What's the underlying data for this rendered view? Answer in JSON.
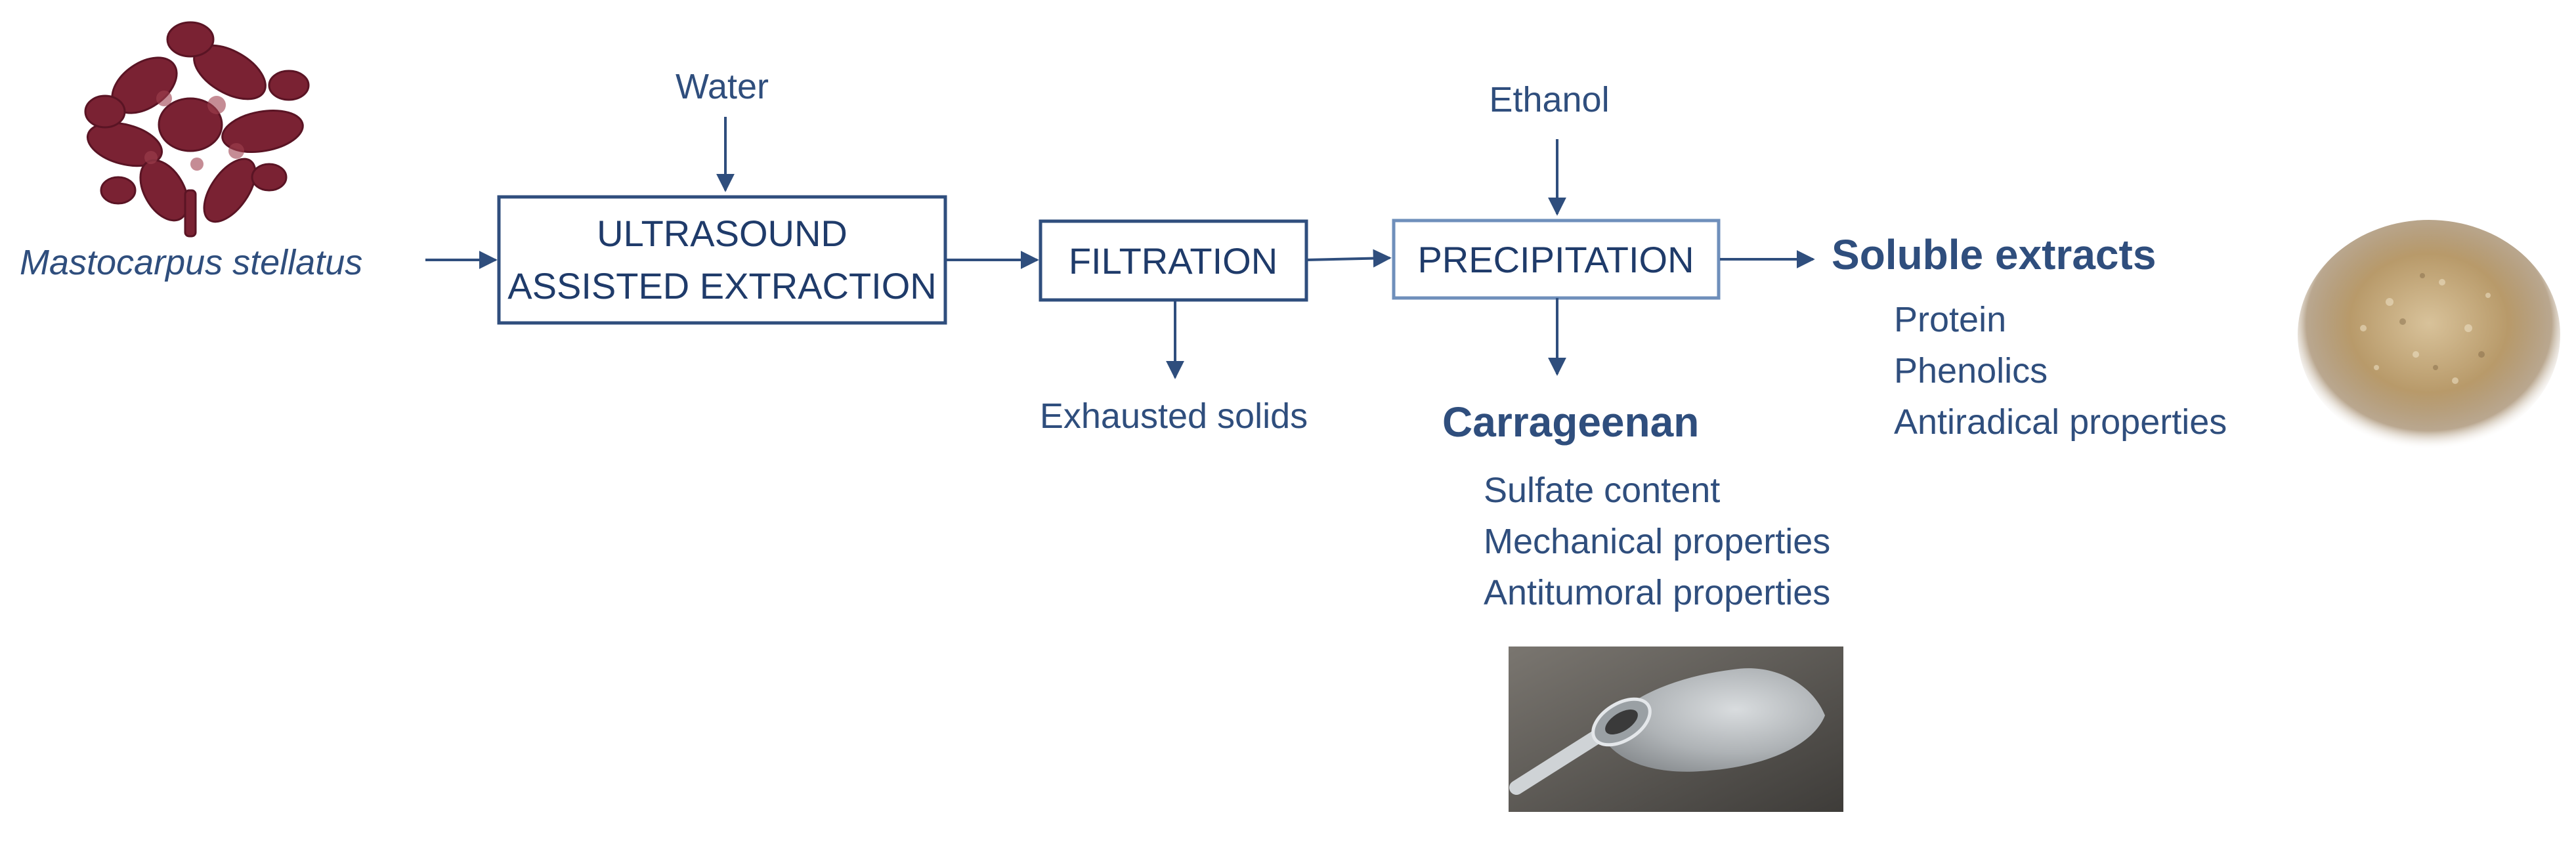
{
  "inputs": {
    "water": "Water",
    "ethanol": "Ethanol",
    "source": "Mastocarpus stellatus"
  },
  "steps": {
    "extraction_line1": "ULTRASOUND",
    "extraction_line2": "ASSISTED EXTRACTION",
    "filtration": "FILTRATION",
    "precipitation": "PRECIPITATION"
  },
  "outputs": {
    "exhausted": "Exhausted solids",
    "carrageenan": {
      "title": "Carrageenan",
      "props": [
        "Sulfate content",
        "Mechanical properties",
        "Antitumoral properties"
      ]
    },
    "soluble": {
      "title": "Soluble extracts",
      "props": [
        "Protein",
        "Phenolics",
        "Antiradical properties"
      ]
    }
  },
  "colors": {
    "primary": "#2f4e7d",
    "seaweed": "#7a2233",
    "powder": "#b89a6a",
    "gel_bg": "#5c5a55"
  },
  "icons": [
    "seaweed-image",
    "powder-image",
    "carrageenan-photo"
  ]
}
